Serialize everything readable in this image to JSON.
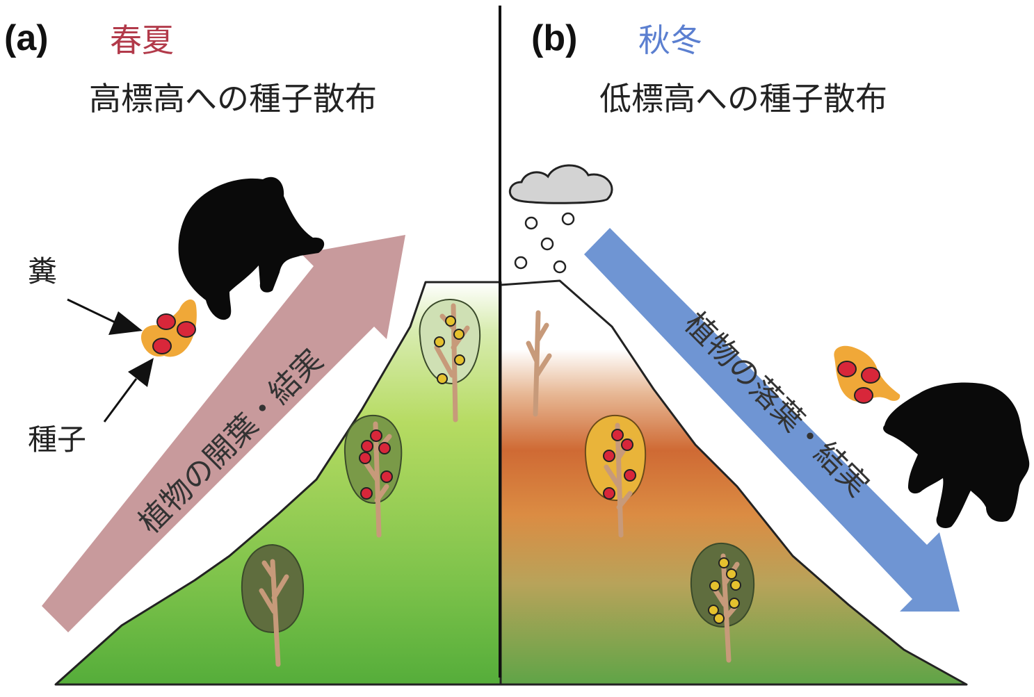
{
  "panel_a": {
    "letter": "(a)",
    "season": "春夏",
    "heading": "高標高への種子散布",
    "arrow_label": "植物の開葉・結実",
    "feces_label": "糞",
    "seed_label": "種子"
  },
  "panel_b": {
    "letter": "(b)",
    "season": "秋冬",
    "heading": "低標高への種子散布",
    "arrow_label": "植物の落葉・結実"
  },
  "colors": {
    "season_a": "#b23a4a",
    "season_b": "#5b7fd0",
    "arrow_up": "#c89a9c",
    "arrow_down": "#6f95d3",
    "bear": "#0a0a0a",
    "feces": "#f0a838",
    "seed": "#d8273a",
    "cloud": "#d3d3d3"
  },
  "icons": [
    "bear-icon",
    "feces-icon",
    "seed-icon",
    "cloud-icon",
    "snowflake-icon",
    "tree-icon",
    "fruit-icon"
  ]
}
